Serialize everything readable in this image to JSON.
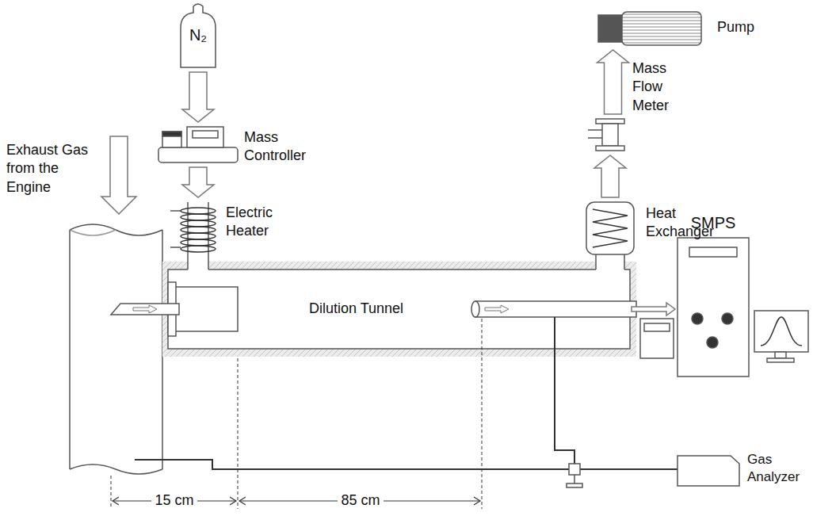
{
  "diagram": {
    "nodes": [
      {
        "text": [
          "N₂"
        ]
      },
      {
        "text": [
          "Mass Controller"
        ]
      },
      {
        "text": [
          "Electric Heater"
        ]
      },
      {
        "text": [
          "Dilution Tunnel"
        ]
      },
      {
        "text": [
          "Heat Exchanger"
        ]
      },
      {
        "text": [
          "Mass Flow Meter"
        ]
      },
      {
        "text": [
          "Pump"
        ]
      },
      {
        "text": [
          "SMPS"
        ]
      },
      {
        "text": [
          "Gas Analyzer"
        ]
      }
    ],
    "edges": [
      {
        "from": 0,
        "to": 1,
        "arrow": "to"
      },
      {
        "from": 1,
        "to": 2,
        "arrow": "to"
      },
      {
        "from": 4,
        "to": 5,
        "arrow": "to"
      },
      {
        "from": 5,
        "to": 6,
        "arrow": "to"
      },
      {
        "from": 3,
        "to": 7,
        "arrow": "to"
      }
    ],
    "labels": [
      "Exhaust Gas from the Engine",
      "15 cm",
      "85 cm"
    ]
  }
}
